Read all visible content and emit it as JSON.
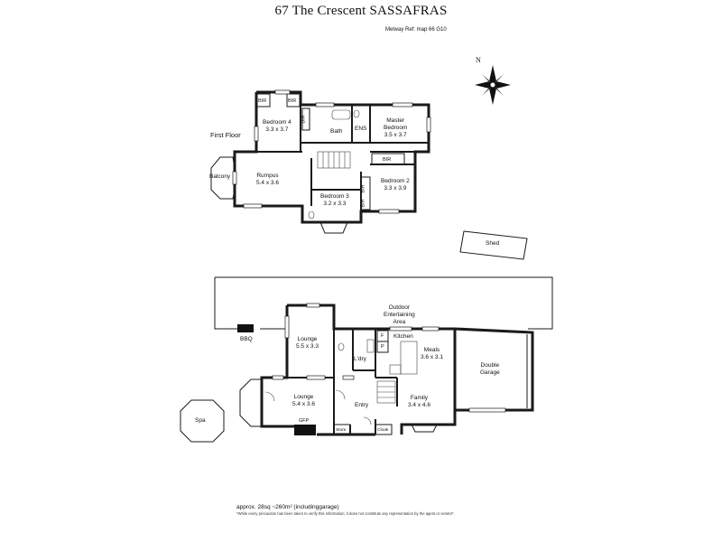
{
  "header": {
    "title": "67 The Crescent SASSAFRAS",
    "melway_ref": "Melway Ref: map 66 G10"
  },
  "compass": {
    "north_label": "N",
    "icon": "compass-rose-icon"
  },
  "first_floor": {
    "label": "First Floor",
    "rooms": {
      "bedroom4": {
        "name": "Bedroom 4",
        "dim": "3.3 x 3.7"
      },
      "master": {
        "name": "Master\nBedroom",
        "dim": "3.5 x 3.7"
      },
      "rumpus": {
        "name": "Rumpus",
        "dim": "5.4 x 3.6"
      },
      "bedroom3": {
        "name": "Bedroom 3",
        "dim": "3.2 x 3.3"
      },
      "bedroom2": {
        "name": "Bedroom 2",
        "dim": "3.3 x 3.9"
      },
      "bath": "Bath",
      "ens": "ENS",
      "balcony": "Balcony",
      "bir": "BIR"
    }
  },
  "outside": {
    "shed": "Shed",
    "spa": "Spa",
    "bbq": "BBQ",
    "outdoor": "Outdoor\nEntertaining\nArea"
  },
  "ground_floor": {
    "rooms": {
      "lounge_upper": {
        "name": "Lounge",
        "dim": "5.5 x 3.3"
      },
      "lounge_lower": {
        "name": "Lounge",
        "dim": "5.4 x 3.6"
      },
      "kitchen": "Kitchen",
      "meals": {
        "name": "Meals",
        "dim": "3.6 x 3.1"
      },
      "family": {
        "name": "Family",
        "dim": "3.4 x 4.6"
      },
      "garage": {
        "name": "Double\nGarage"
      },
      "laundry": "L'dry",
      "entry": "Entry",
      "gfp": "GFP",
      "store": "Store",
      "cloak": "Cloak",
      "fridge": "F",
      "pantry": "P"
    }
  },
  "footer": {
    "area": "approx. 28sq ~260m² (includinggarage)",
    "disclaimer": "*While every precaution has been taken to verify this information, it does not constitute any representation by the agent or vendor*."
  }
}
